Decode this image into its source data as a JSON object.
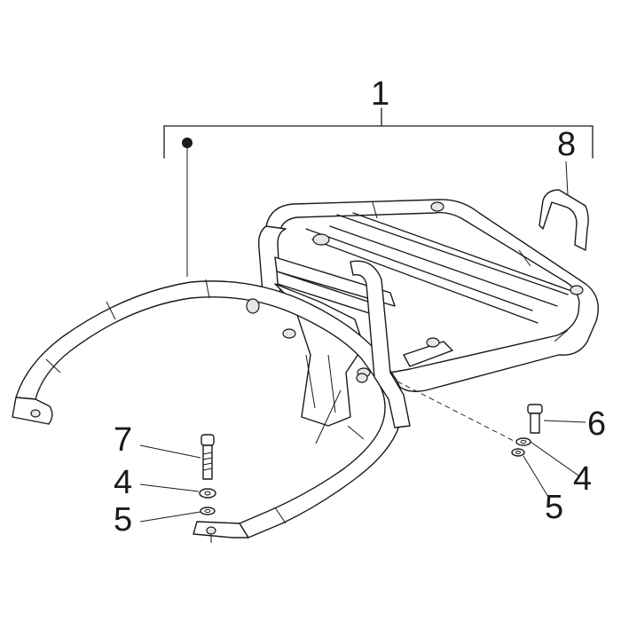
{
  "callouts": {
    "c1": "1",
    "c8": "8",
    "c7": "7",
    "c4_left": "4",
    "c5_left": "5",
    "c6": "6",
    "c4_right": "4",
    "c5_right": "5"
  }
}
